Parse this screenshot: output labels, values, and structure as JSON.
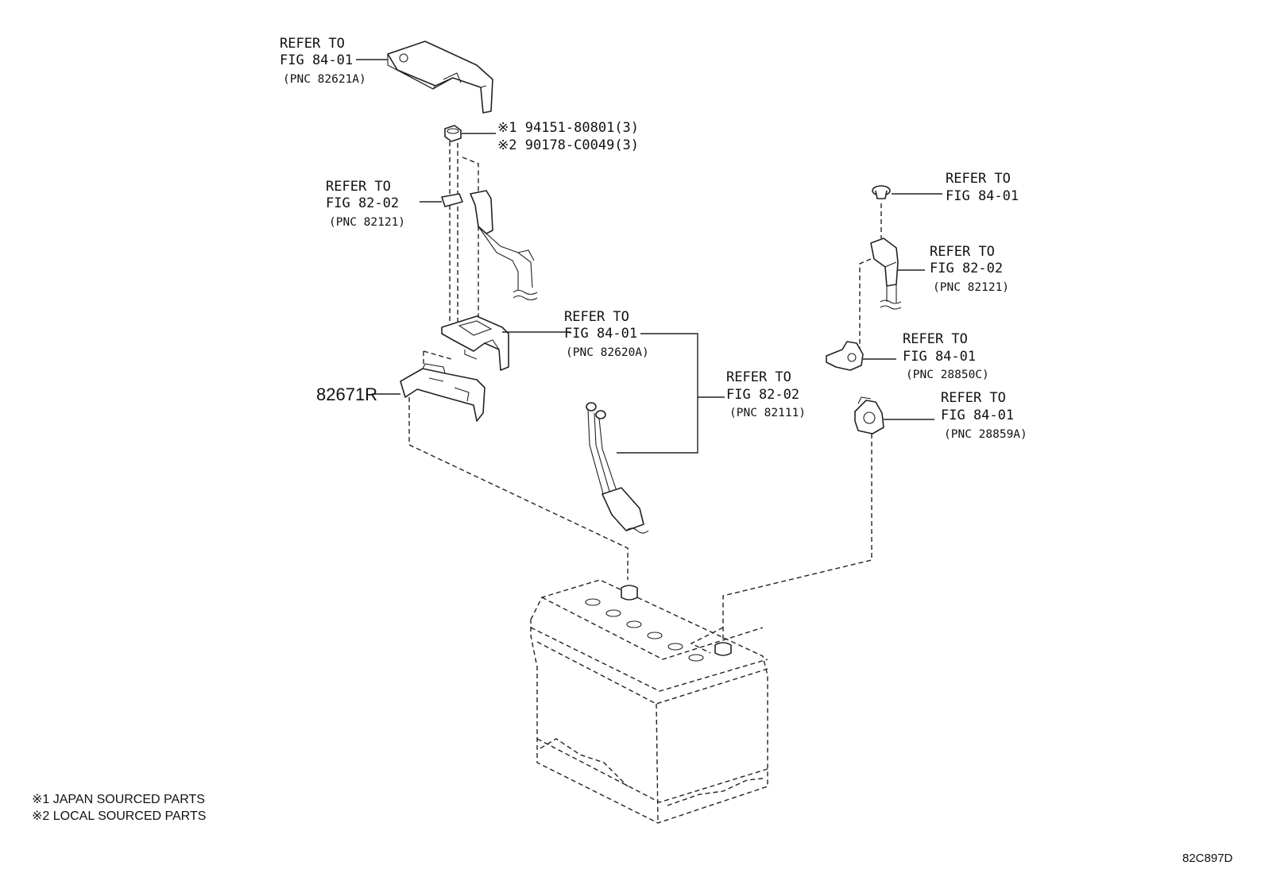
{
  "callouts": [
    {
      "line1": "REFER TO",
      "line2": "FIG 84-01",
      "pnc": "(PNC 82621A)"
    },
    {
      "line1": "REFER TO",
      "line2": "FIG 82-02",
      "pnc": "(PNC 82121)"
    },
    {
      "line1": "REFER TO",
      "line2": "FIG 84-01",
      "pnc": "(PNC 82620A)"
    },
    {
      "line1": "REFER TO",
      "line2": "FIG 82-02",
      "pnc": "(PNC 82111)"
    },
    {
      "line1": "REFER TO",
      "line2": "FIG 84-01"
    },
    {
      "line1": "REFER TO",
      "line2": "FIG 82-02",
      "pnc": "(PNC 82121)"
    },
    {
      "line1": "REFER TO",
      "line2": "FIG 84-01",
      "pnc": "(PNC 28850C)"
    },
    {
      "line1": "REFER TO",
      "line2": "FIG 84-01",
      "pnc": "(PNC 28859A)"
    }
  ],
  "nut_parts": [
    {
      "mark": "※1",
      "part_no": "94151-80801(3)"
    },
    {
      "mark": "※2",
      "part_no": "90178-C0049(3)"
    }
  ],
  "part_number": "82671R",
  "legend": [
    "※1 JAPAN SOURCED PARTS",
    "※2 LOCAL SOURCED PARTS"
  ],
  "figure_code": "82C897D"
}
